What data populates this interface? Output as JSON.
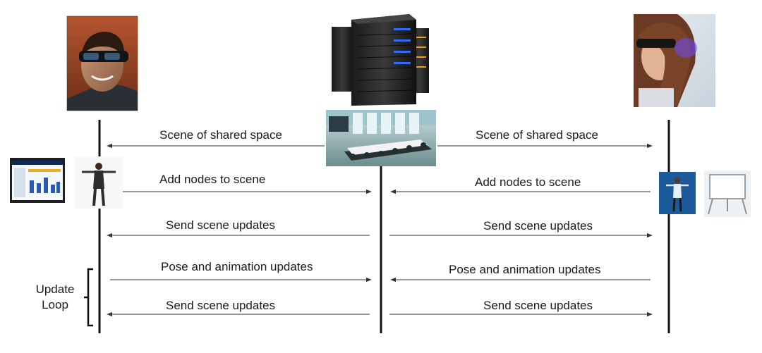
{
  "diagram": {
    "left_messages": [
      {
        "label": "Scene of shared space",
        "direction": "to-left"
      },
      {
        "label": "Add nodes to scene",
        "direction": "to-right"
      },
      {
        "label": "Send scene updates",
        "direction": "to-left"
      },
      {
        "label": "Pose and animation updates",
        "direction": "to-right"
      },
      {
        "label": "Send scene updates",
        "direction": "to-left"
      }
    ],
    "right_messages": [
      {
        "label": "Scene of shared space",
        "direction": "to-right"
      },
      {
        "label": "Add nodes to scene",
        "direction": "to-left"
      },
      {
        "label": "Send scene updates",
        "direction": "to-right"
      },
      {
        "label": "Pose and animation updates",
        "direction": "to-left"
      },
      {
        "label": "Send scene updates",
        "direction": "to-right"
      }
    ],
    "update_loop_line1": "Update",
    "update_loop_line2": "Loop"
  },
  "icons": {
    "left_user": "man-with-ar-glasses-photo",
    "right_user": "woman-with-ar-glasses-photo",
    "server": "server-rack-icon",
    "shared_scene": "meeting-room-scene-image",
    "left_nodes": [
      "dashboard-chart-thumbnail",
      "avatar-figure-thumbnail"
    ],
    "right_nodes": [
      "avatar-figure-thumbnail",
      "whiteboard-thumbnail"
    ]
  }
}
